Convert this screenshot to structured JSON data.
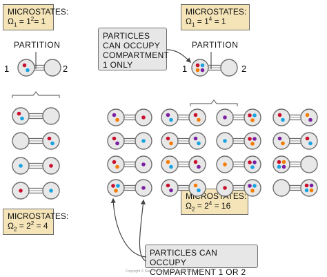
{
  "left_top_box": {
    "line1": "MICROSTATES:",
    "omega": "Ω",
    "sub": "1",
    "eq": " = 1",
    "exp": "2",
    "result": "= 1"
  },
  "right_top_box": {
    "line1": "MICROSTATES:",
    "omega": "Ω",
    "sub": "1",
    "eq": " = 1",
    "exp": "4",
    "result": " = 1"
  },
  "left_bottom_box": {
    "line1": "MICROSTATES:",
    "omega": "Ω",
    "sub": "2",
    "eq": " = 2",
    "exp": "2",
    "result": " = 4"
  },
  "right_bottom_box": {
    "line1": "MICROSTATES:",
    "omega": "Ω",
    "sub": "2",
    "eq": " = 2",
    "exp": "4",
    "result": " = 16"
  },
  "callout_top": {
    "lines": [
      "PARTICLES",
      "CAN OCCUPY",
      "COMPARTMENT",
      "1  ONLY"
    ]
  },
  "callout_bottom": {
    "lines": [
      "PARTICLES CAN OCCUPY",
      "COMPARTMENT  1  OR  2"
    ]
  },
  "partition_label": "PARTITION",
  "compartment_left": "1",
  "compartment_right": "2",
  "copyright": "Copyright © Save My Exams. All Rights Reserved",
  "colors": {
    "red": "#c8102e",
    "blue": "#1aa3e0",
    "purple": "#7b1fa2",
    "orange": "#f57c00",
    "box_fill": "#f4e4b8",
    "callout_fill": "#e7e7e7",
    "outline": "#6e6e6e"
  }
}
